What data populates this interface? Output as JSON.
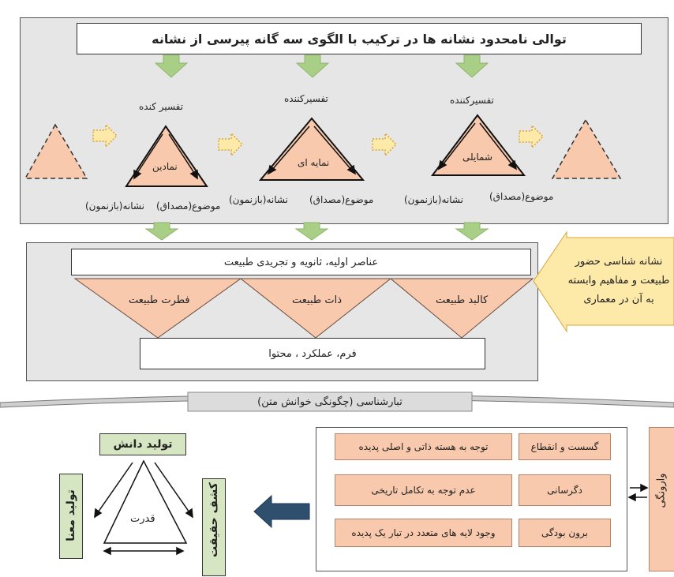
{
  "top": {
    "title": "توالی نامحدود نشانه ها در ترکیب با الگوی سه گانه پیرسی از نشانه",
    "triangles": [
      {
        "name": "نمادین",
        "top": "تفسیر کنده",
        "left": "نشانه(بازنمون)",
        "right": "موضوع(مصداق)"
      },
      {
        "name": "نمایه ای",
        "top": "تفسیرکننده",
        "left": "نشانه(بازنمون)",
        "right": "موضوع(مصداق)"
      },
      {
        "name": "شمایلی",
        "top": "تفسیرکننده",
        "left": "نشانه(بازنمون)",
        "right": "موضوع(مصداق)"
      }
    ]
  },
  "middle": {
    "elements_title": "عناصر اولیه، ثانویه و تجریدی طبیعت",
    "natures": [
      "فطرت طبیعت",
      "ذات طبیعت",
      "کالبد طبیعت"
    ],
    "form_box": "فرم، عملکرد ، محتوا",
    "side_arrow": "نشانه شناسی حضور طبیعت و مفاهیم وابسته به آن در معماری"
  },
  "bottom": {
    "banner": "تبارشناسی (چگونگی خوانش متن)",
    "cells": [
      [
        "توجه به هسته ذاتی و اصلی پدیده",
        "گسست و انقطاع"
      ],
      [
        "عدم توجه به تکامل تاریخی",
        "دگرسانی"
      ],
      [
        "وجود لایه های متعدد در تبار یک پدیده",
        "برون بودگی"
      ]
    ],
    "side_label": "وارونگی",
    "knowledge": "تولید دانش",
    "meaning": "تولید معنا",
    "truth": "کشف حقیقت",
    "power": "قدرت"
  },
  "colors": {
    "peach": "#f8c9ac",
    "green": "#d6e6c2",
    "panel": "#e8e8e8",
    "arrow_blue": "#2f4f6f",
    "arrow_yellow": "#fde9a8"
  }
}
